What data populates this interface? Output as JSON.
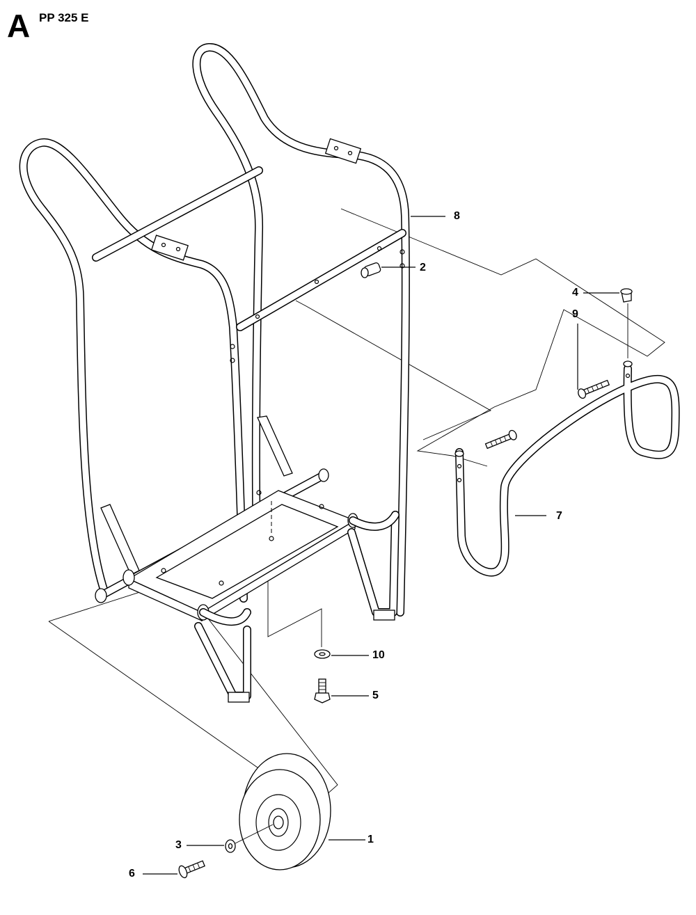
{
  "header": {
    "section_letter": "A",
    "model": "PP 325 E"
  },
  "callouts": [
    {
      "id": "1",
      "label": "1"
    },
    {
      "id": "2",
      "label": "2"
    },
    {
      "id": "3",
      "label": "3"
    },
    {
      "id": "4",
      "label": "4"
    },
    {
      "id": "5",
      "label": "5"
    },
    {
      "id": "6",
      "label": "6"
    },
    {
      "id": "7",
      "label": "7"
    },
    {
      "id": "8",
      "label": "8"
    },
    {
      "id": "9",
      "label": "9"
    },
    {
      "id": "10",
      "label": "10"
    }
  ]
}
